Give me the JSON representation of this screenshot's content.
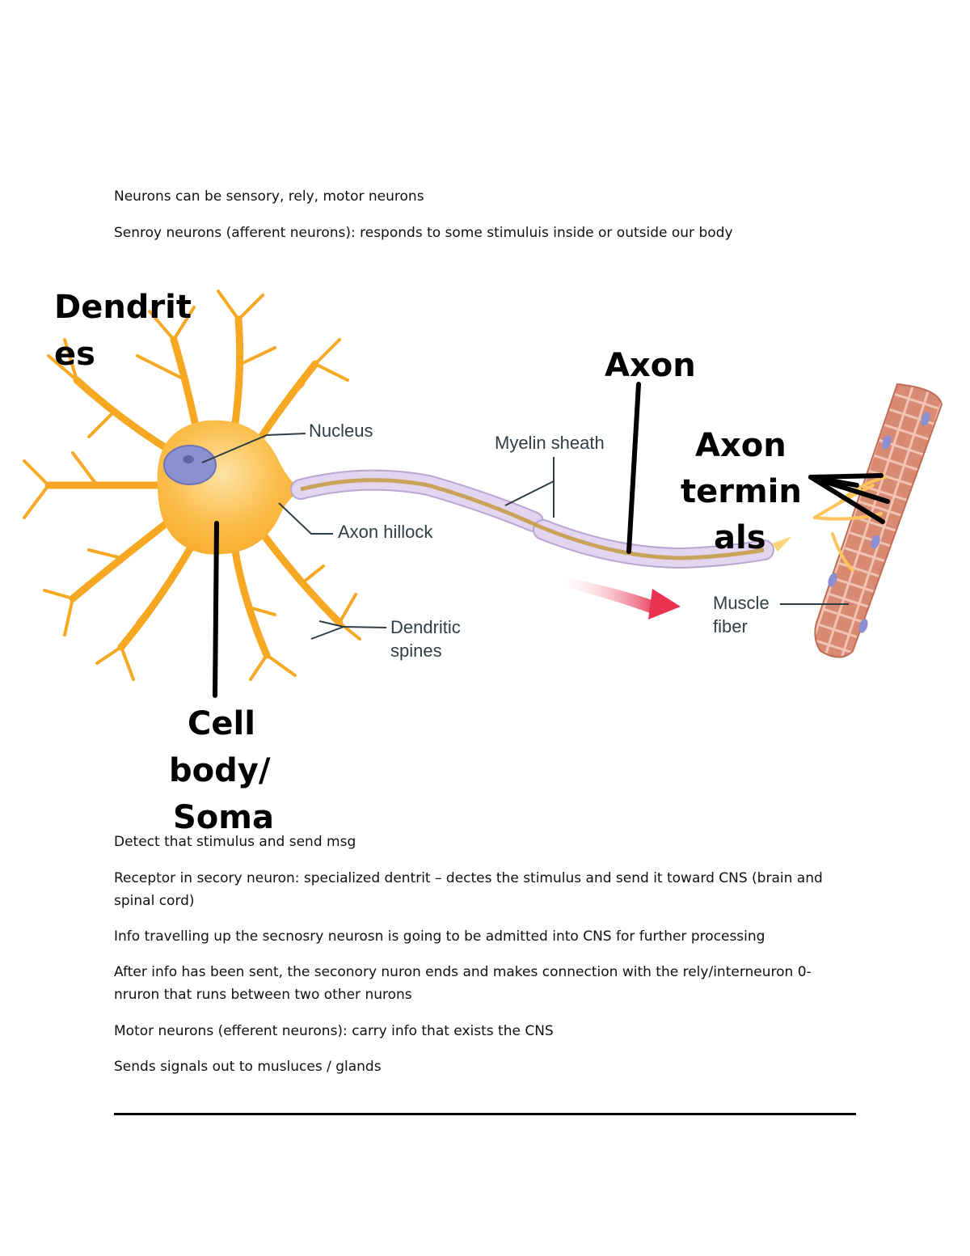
{
  "intro": {
    "line1": "Neurons can be sensory, rely, motor neurons",
    "line2": "Senroy neurons (afferent neurons): responds to some stimuluis inside or outside our body"
  },
  "figure": {
    "printed_labels": {
      "nucleus": "Nucleus",
      "axon_hillock": "Axon hillock",
      "dendritic_spines_1": "Dendritic",
      "dendritic_spines_2": "spines",
      "myelin_sheath": "Myelin sheath",
      "muscle_fiber_1": "Muscle",
      "muscle_fiber_2": "fiber"
    },
    "colors": {
      "neuron": "#f7a823",
      "neuron_light": "#fcd27a",
      "nucleus": "#8c8fd0",
      "myelin": "#d8c6ea",
      "axon_core": "#c9a35a",
      "muscle": "#d9846d",
      "arrow": "#e83250"
    }
  },
  "annotations": {
    "dendrites_1": "Dendrit",
    "dendrites_2": "es",
    "axon": "Axon",
    "axon_terminals_1": "Axon",
    "axon_terminals_2": "termin",
    "axon_terminals_3": "als",
    "cell_body_1": "Cell",
    "cell_body_2": "body/",
    "cell_body_3": "Soma"
  },
  "body": {
    "p1": "Detect that stimulus and send msg",
    "p2": "Receptor in secory neuron: specialized dentrit – dectes the stimulus and send it toward CNS (brain and spinal cord)",
    "p3": "Info travelling up the secnosry neurosn is going to be admitted into CNS for further processing",
    "p4": "After info has been sent, the seconory nuron ends and makes connection with the rely/interneuron 0- nruron that runs between two other nurons",
    "p5": "Motor neurons (efferent neurons): carry info that exists the CNS",
    "p6": "Sends signals out to musluces / glands"
  }
}
